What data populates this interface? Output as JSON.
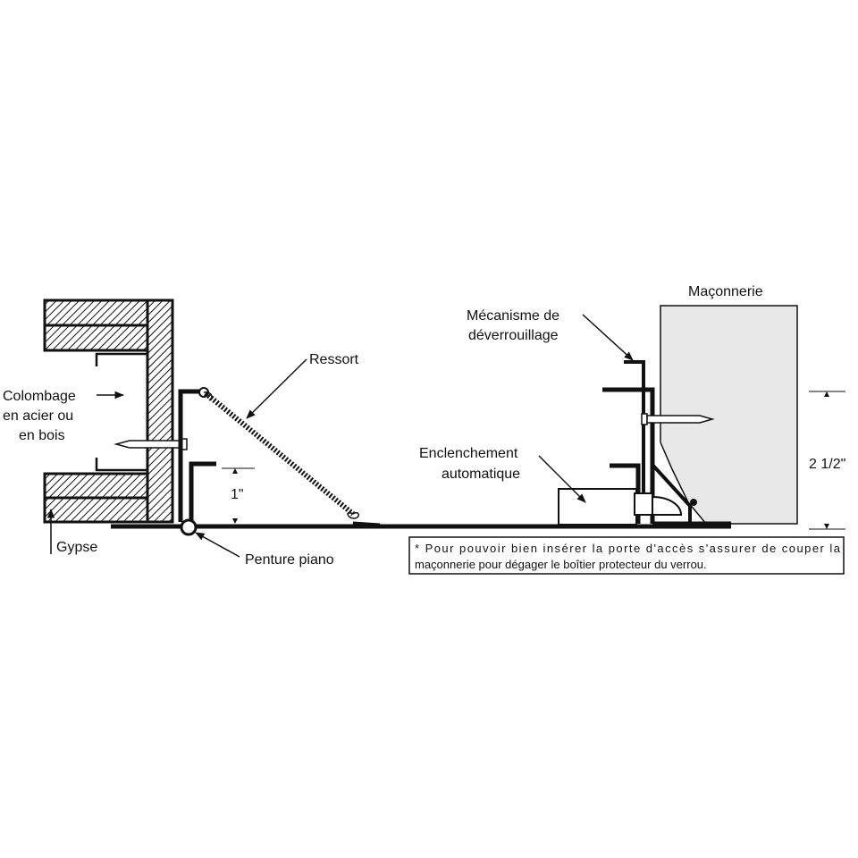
{
  "labels": {
    "stud_line1": "Colombage",
    "stud_line2": "en acier ou",
    "stud_line3": "en bois",
    "gypsum": "Gypse",
    "spring": "Ressort",
    "gap": "1\"",
    "piano_hinge": "Penture piano",
    "masonry": "Maçonnerie",
    "release_line1": "Mécanisme de",
    "release_line2": "déverrouillage",
    "latch_line1": "Enclenchement",
    "latch_line2": "automatique",
    "depth": "2 1/2\""
  },
  "note": {
    "line1": "* Pour pouvoir bien insérer la porte d'accès s'assurer de couper la",
    "line2": "maçonnerie pour dégager le boîtier protecteur du verrou."
  },
  "colors": {
    "line": "#111111",
    "masonry_fill": "#e8e8e8",
    "hatch": "#111111"
  }
}
